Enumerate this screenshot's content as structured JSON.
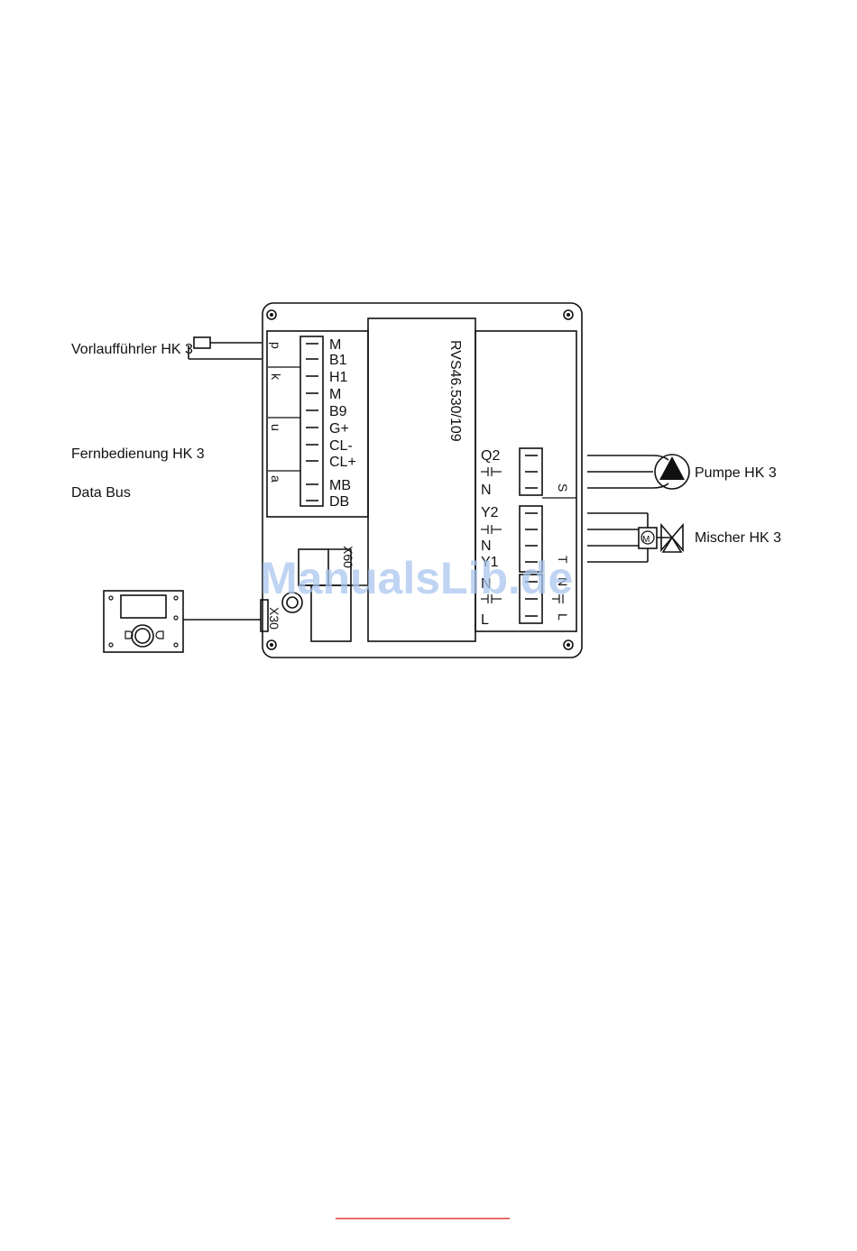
{
  "labels": {
    "vorlauffuehler": "Vorlaufführler HK 3",
    "fernbedienung": "Fernbedienung HK 3",
    "data_bus": "Data Bus",
    "pumpe": "Pumpe HK 3",
    "mischer": "Mischer HK 3"
  },
  "module": {
    "model": "RVS46.530/109"
  },
  "left_terminals": [
    "M",
    "B1",
    "H1",
    "M",
    "B9",
    "G+",
    "CL-",
    "CL+",
    "MB",
    "DB"
  ],
  "left_group_letters": [
    "p",
    "k",
    "u",
    "a"
  ],
  "right_terminals": {
    "q2": "Q2",
    "n1": "N",
    "y2": "Y2",
    "n2": "N",
    "y1": "Y1",
    "n3": "N",
    "l": "L"
  },
  "right_group_letters": [
    "S",
    "T",
    "N",
    "L"
  ],
  "connectors": {
    "x60": "X60",
    "x30": "X30"
  },
  "watermark": "ManualsLib.de",
  "colors": {
    "line": "#111111",
    "watermark": "#a9c6ee",
    "footer_rule": "#e53935"
  }
}
